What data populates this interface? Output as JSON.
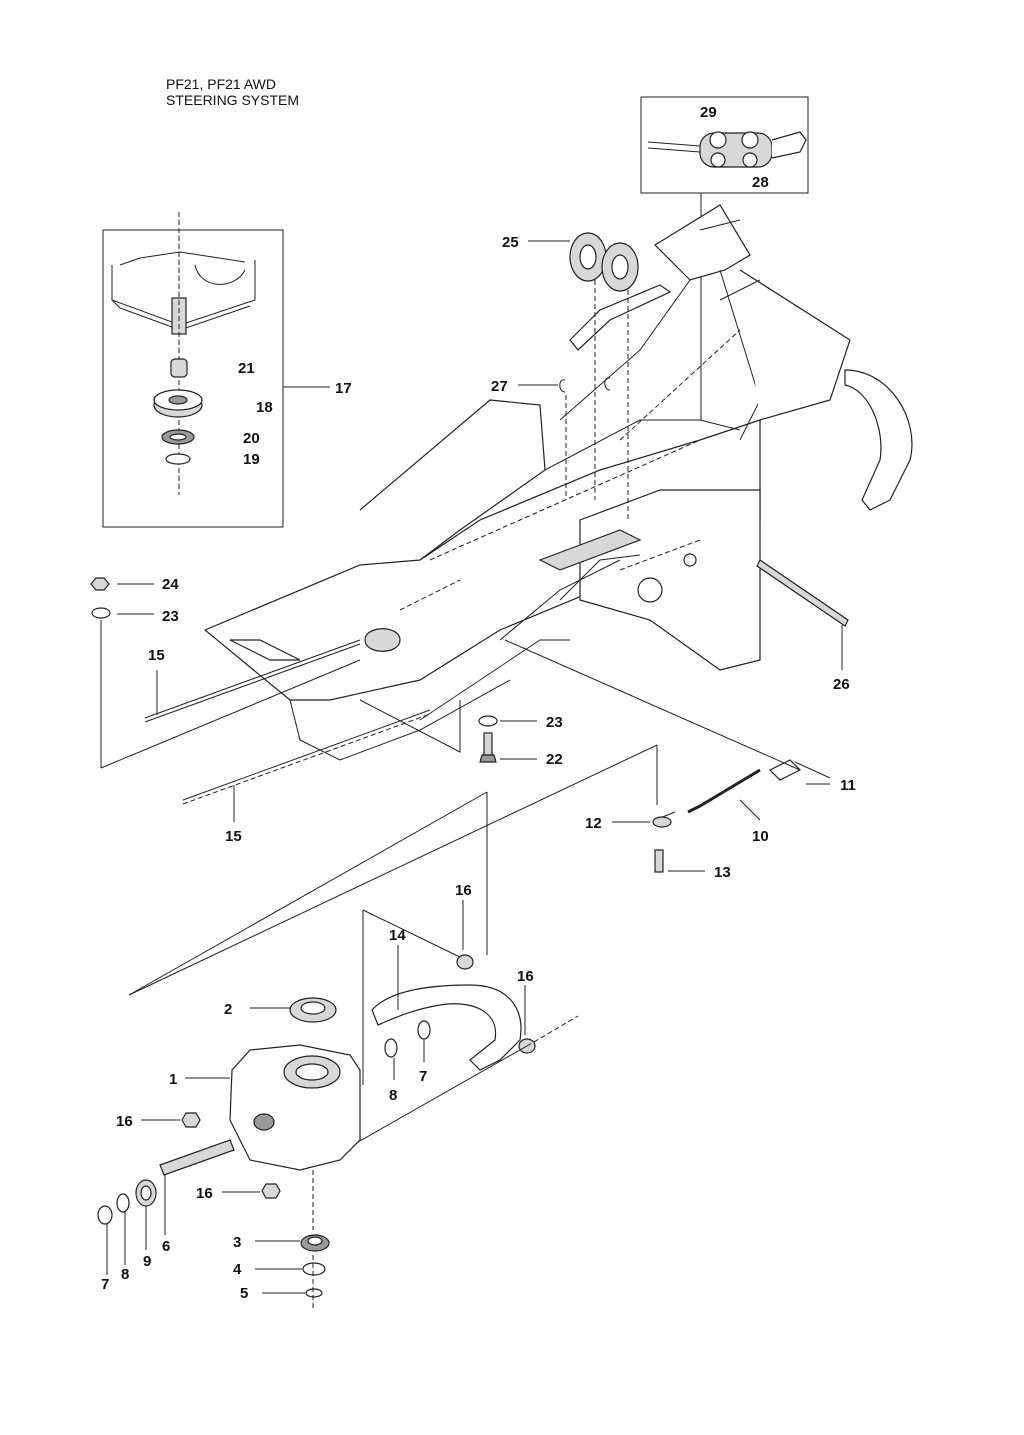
{
  "title": {
    "line1": "PF21, PF21 AWD",
    "line2": "STEERING SYSTEM"
  },
  "callouts": {
    "c29": "29",
    "c28": "28",
    "c25": "25",
    "c27": "27",
    "c21": "21",
    "c17": "17",
    "c18": "18",
    "c20": "20",
    "c19": "19",
    "c24": "24",
    "c23a": "23",
    "c15a": "15",
    "c26": "26",
    "c23b": "23",
    "c22": "22",
    "c11": "11",
    "c15b": "15",
    "c12": "12",
    "c10": "10",
    "c13": "13",
    "c16a": "16",
    "c14": "14",
    "c16b": "16",
    "c2": "2",
    "c1": "1",
    "c8a": "8",
    "c7a": "7",
    "c16c": "16",
    "c16d": "16",
    "c3": "3",
    "c4": "4",
    "c5": "5",
    "c7b": "7",
    "c8b": "8",
    "c9": "9",
    "c6": "6"
  }
}
